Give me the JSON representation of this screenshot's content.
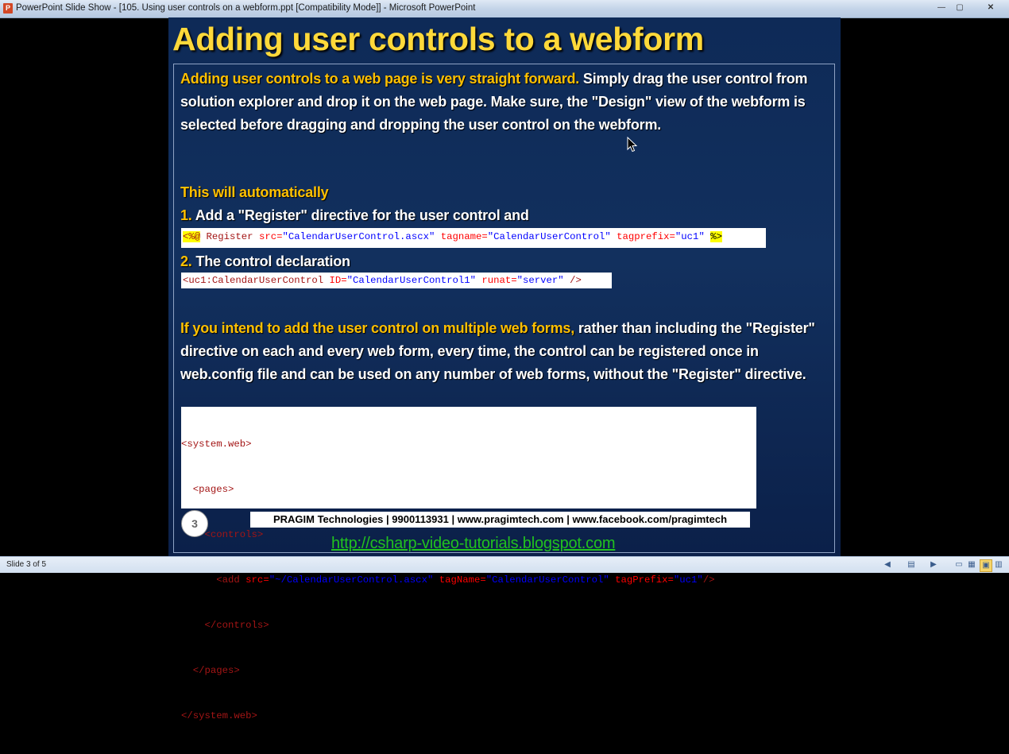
{
  "window": {
    "app_icon": "P",
    "title": "PowerPoint Slide Show - [105. Using user controls on a webform.ppt [Compatibility Mode]] - Microsoft PowerPoint",
    "controls": {
      "minimize": "—",
      "maximize": "▢",
      "close": "✕"
    }
  },
  "slide": {
    "title": "Adding user controls to a webform",
    "para1": {
      "highlight": "Adding user controls to a web page is very straight forward.",
      "rest": " Simply drag the user control from solution explorer and drop it on the web page. Make sure, the \"Design\" view of the webform is selected before dragging and dropping the user control on the webform."
    },
    "auto_heading": "This will automatically",
    "item1": {
      "num": "1.",
      "text": " Add a \"Register\" directive for the user control and"
    },
    "code1": {
      "open": "<%@",
      "keyword": " Register ",
      "src_attr": "src=",
      "src_val": "\"CalendarUserControl.ascx\"",
      "tag_attr": " tagname=",
      "tag_val": "\"CalendarUserControl\"",
      "prefix_attr": " tagprefix=",
      "prefix_val": "\"uc1\"",
      "close": "%>"
    },
    "item2": {
      "num": "2.",
      "text": " The control declaration"
    },
    "code2": {
      "open": "<uc1:CalendarUserControl",
      "id_attr": " ID=",
      "id_val": "\"CalendarUserControl1\"",
      "runat_attr": " runat=",
      "runat_val": "\"server\"",
      "close": " />"
    },
    "para3": {
      "highlight": "If you intend to add the user control on multiple web forms,",
      "rest": " rather than including the \"Register\" directive on each and every web form, every time, the control can be registered once in web.config file and can be used on any number of web forms, without the \"Register\" directive."
    },
    "code3": {
      "l1": "<system.web>",
      "l2": "  <pages>",
      "l3": "    <controls>",
      "l4_open": "      <add",
      "l4_src_attr": " src=",
      "l4_src_val": "\"~/CalendarUserControl.ascx\"",
      "l4_tag_attr": " tagName=",
      "l4_tag_val": "\"CalendarUserControl\"",
      "l4_prefix_attr": " tagPrefix=",
      "l4_prefix_val": "\"uc1\"",
      "l4_close": "/>",
      "l5": "    </controls>",
      "l6": "  </pages>",
      "l7": "</system.web>"
    },
    "slide_number": "3",
    "footer": "PRAGIM Technologies | 9900113931 | www.pragimtech.com | www.facebook.com/pragimtech",
    "link": "http://csharp-video-tutorials.blogspot.com"
  },
  "statusbar": {
    "slide_indicator": "Slide 3 of 5",
    "icons": [
      "prev-icon",
      "menu-icon",
      "next-icon",
      "normal-view-icon",
      "slide-sorter-icon",
      "reading-view-icon",
      "slideshow-icon"
    ]
  },
  "colors": {
    "title": "#ffd93a",
    "highlight": "#ffc000",
    "link": "#21c11f",
    "slide_bg": "#12305e"
  }
}
